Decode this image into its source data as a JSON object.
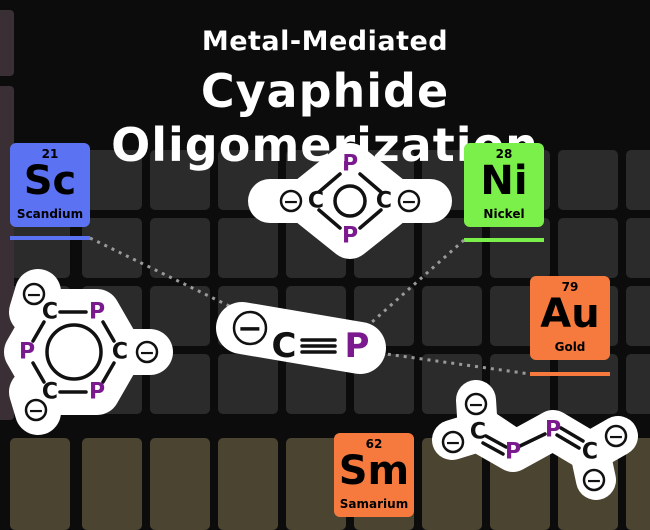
{
  "title": {
    "subtitle": "Metal-Mediated",
    "main": "Cyaphide Oligomerization"
  },
  "elements": [
    {
      "number": "21",
      "symbol": "Sc",
      "name": "Scandium",
      "color": "#5b72f2"
    },
    {
      "number": "28",
      "symbol": "Ni",
      "name": "Nickel",
      "color": "#7cf04a"
    },
    {
      "number": "79",
      "symbol": "Au",
      "name": "Gold",
      "color": "#f67a3e"
    },
    {
      "number": "62",
      "symbol": "Sm",
      "name": "Samarium",
      "color": "#f67a3e"
    }
  ],
  "atoms": {
    "carbon": "C",
    "phosphorus": "P",
    "negative_charge": "−"
  },
  "colors": {
    "phosphorus": "#7b1a8f",
    "carbon": "#111111",
    "grid_dark": "#2b2b2b",
    "grid_lanthanide": "#4a4430"
  }
}
